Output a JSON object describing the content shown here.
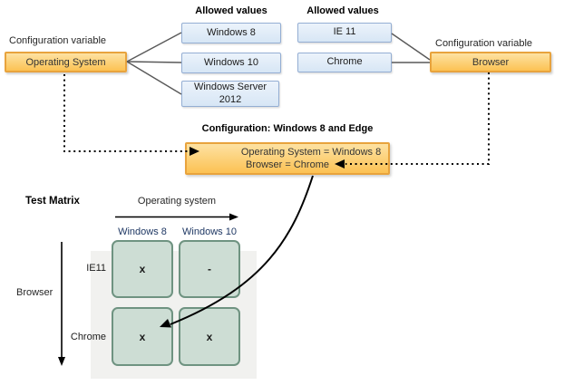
{
  "palette": {
    "variable_box_fill": "#fcc253",
    "variable_box_border": "#e8a33d",
    "value_box_fill": "#d7e6f5",
    "value_box_border": "#94aed3",
    "matrix_cell_fill": "#cdddd4",
    "matrix_cell_border": "#6f9381",
    "matrix_column_header_text": "#1f3864",
    "matrix_shadow": "#f1f1ef",
    "connector_line": "#595959",
    "arrow_black": "#000000"
  },
  "os_variable": {
    "label": "Configuration variable",
    "name": "Operating System",
    "allowed_header": "Allowed values",
    "values": [
      "Windows 8",
      "Windows 10",
      "Windows Server 2012"
    ]
  },
  "browser_variable": {
    "label": "Configuration variable",
    "name": "Browser",
    "allowed_header": "Allowed values",
    "values": [
      "IE 11",
      "Chrome"
    ]
  },
  "configuration": {
    "title": "Configuration: Windows 8 and Edge",
    "lines": [
      "Operating System = Windows 8",
      "Browser = Chrome"
    ]
  },
  "test_matrix": {
    "title": "Test Matrix",
    "x_axis_label": "Operating system",
    "y_axis_label": "Browser",
    "columns": [
      "Windows 8",
      "Windows 10"
    ],
    "rows": [
      "IE11",
      "Chrome"
    ],
    "cells": [
      [
        "x",
        "-"
      ],
      [
        "x",
        "x"
      ]
    ]
  }
}
